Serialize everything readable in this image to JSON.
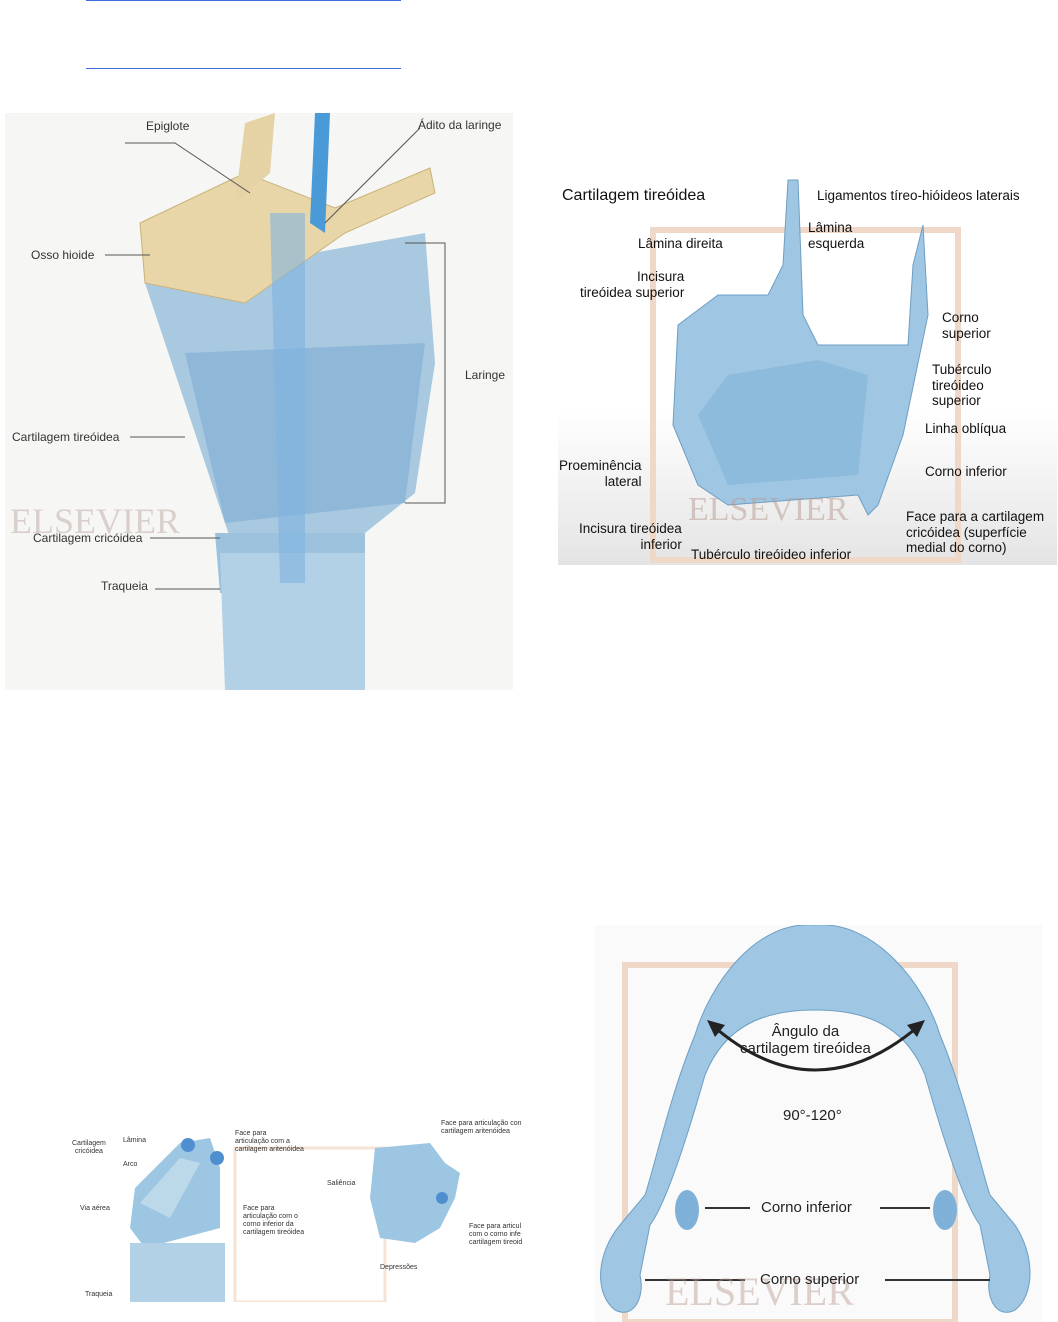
{
  "figure1": {
    "labels": [
      "Epiglote",
      "Ádito da laringe",
      "Osso hioide",
      "Laringe",
      "Cartilagem tireóidea",
      "Cartilagem cricóidea",
      "Traqueia"
    ],
    "watermark": "ELSEVIER"
  },
  "figure2": {
    "title": "Cartilagem tireóidea",
    "labels": [
      "Ligamentos tíreo-hióideos laterais",
      "Lâmina\nesquerda",
      "Lâmina direita",
      "Incisura\ntireóidea superior",
      "Corno\nsuperior",
      "Tubérculo\ntireóideo\nsuperior",
      "Linha oblíqua",
      "Proeminência\nlateral",
      "Corno inferior",
      "Face para a cartilagem\ncricóidea (superfície\nmedial do corno)",
      "Incisura tireóidea\ninferior",
      "Tubérculo tireóideo inferior"
    ],
    "watermark": "ELSEVIER"
  },
  "figure3": {
    "labels": [
      "Cartilagem\ncricóidea",
      "Lâmina",
      "Arco",
      "Face para\narticulação com a\ncartilagem aritenóidea",
      "Via aérea",
      "Face para\narticulação com o\ncorno inferior da\ncartilagem tireóidea",
      "Traqueia",
      "Face para articulação con\ncartilagem aritenóidea",
      "Saliência",
      "Face para articul\ncom o corno infe\ncartilagem tireoid",
      "Depressões"
    ]
  },
  "figure4": {
    "labels": [
      "Ângulo da\ncartilagem tireóidea",
      "90°-120°",
      "Corno inferior",
      "Corno superior"
    ],
    "watermark": "ELSEVIER"
  }
}
